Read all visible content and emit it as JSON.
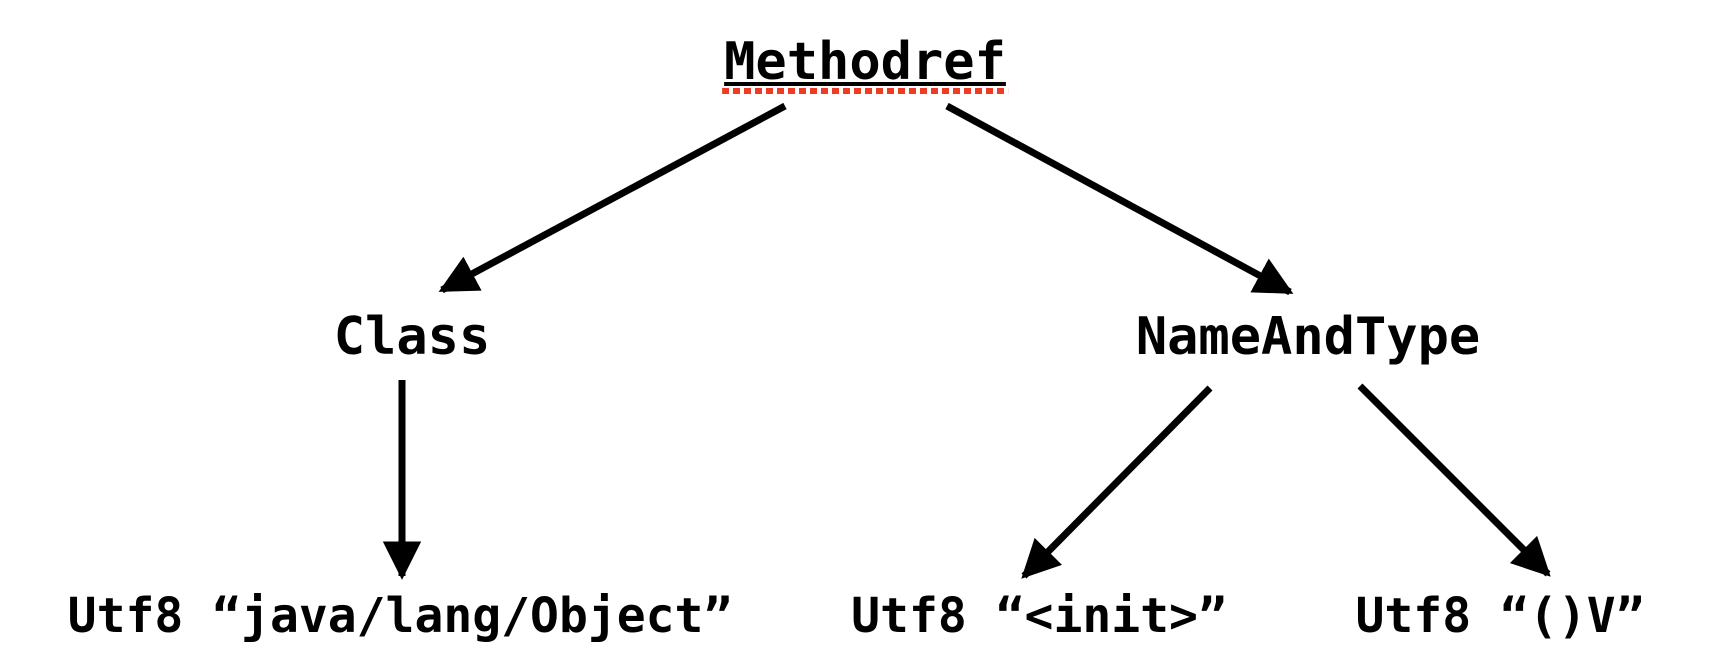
{
  "diagram": {
    "type": "tree",
    "description_of_arrows": "solid black arrows pointing from parent node to child node",
    "colors": {
      "background": "#ffffff",
      "text": "#000000",
      "arrows": "#000000",
      "spellcheck_underline": "#ee3b23"
    },
    "nodes": {
      "methodref": {
        "label": "Methodref"
      },
      "class_node": {
        "label": "Class"
      },
      "name_and_type": {
        "label": "NameAndType"
      },
      "utf8_object": {
        "label": "Utf8 “java/lang/Object”"
      },
      "utf8_init": {
        "label": "Utf8 “<init>”"
      },
      "utf8_void": {
        "label": "Utf8 “()V”"
      }
    },
    "edges": [
      {
        "from": "Methodref",
        "to": "Class"
      },
      {
        "from": "Methodref",
        "to": "NameAndType"
      },
      {
        "from": "Class",
        "to": "Utf8 “java/lang/Object”"
      },
      {
        "from": "NameAndType",
        "to": "Utf8 “<init>”"
      },
      {
        "from": "NameAndType",
        "to": "Utf8 “()V”"
      }
    ]
  }
}
